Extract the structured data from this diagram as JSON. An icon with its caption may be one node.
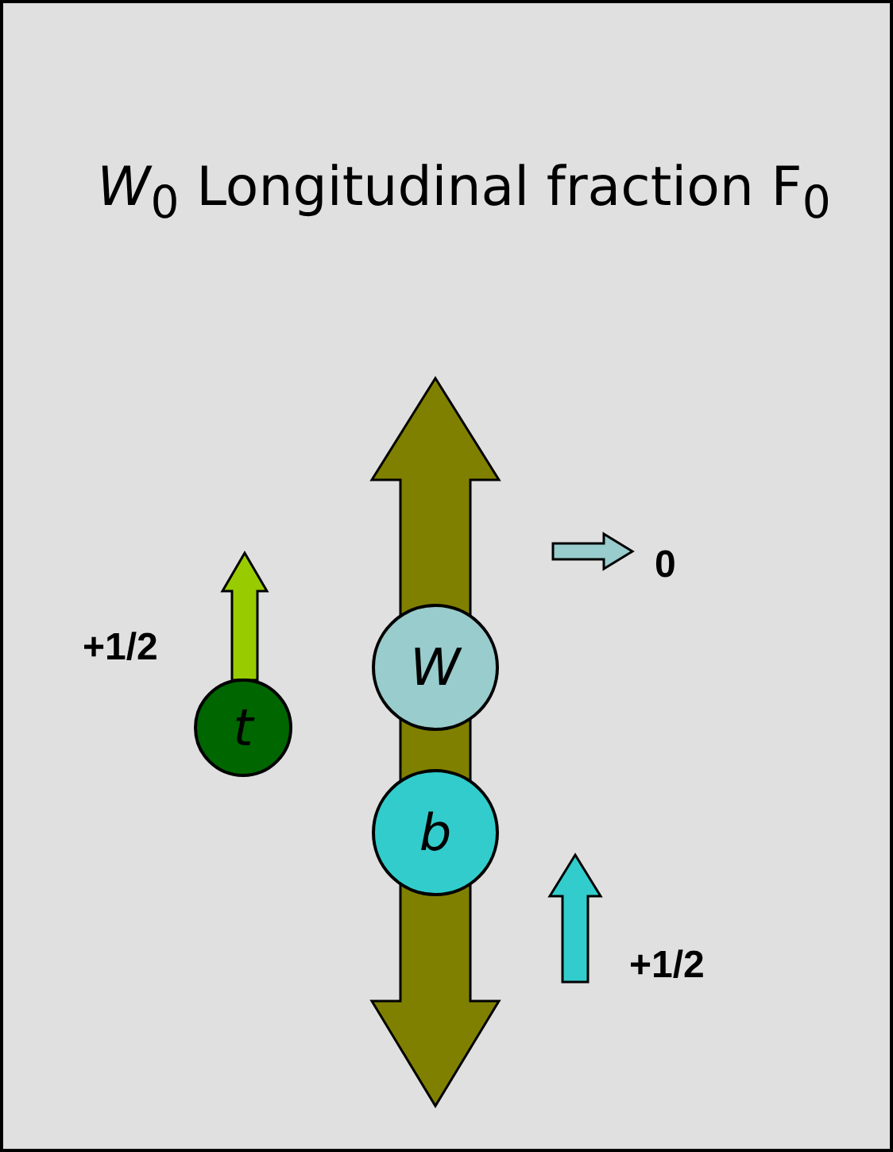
{
  "diagram": {
    "title": "*W*$_{0}$ Longitudinal fraction F$_{0}$",
    "nodes": [
      {
        "text": [
          "t"
        ]
      },
      {
        "text": [
          "W"
        ]
      },
      {
        "text": [
          "b"
        ]
      }
    ],
    "labels": [
      "0",
      "+1/2",
      "+1/2"
    ]
  }
}
